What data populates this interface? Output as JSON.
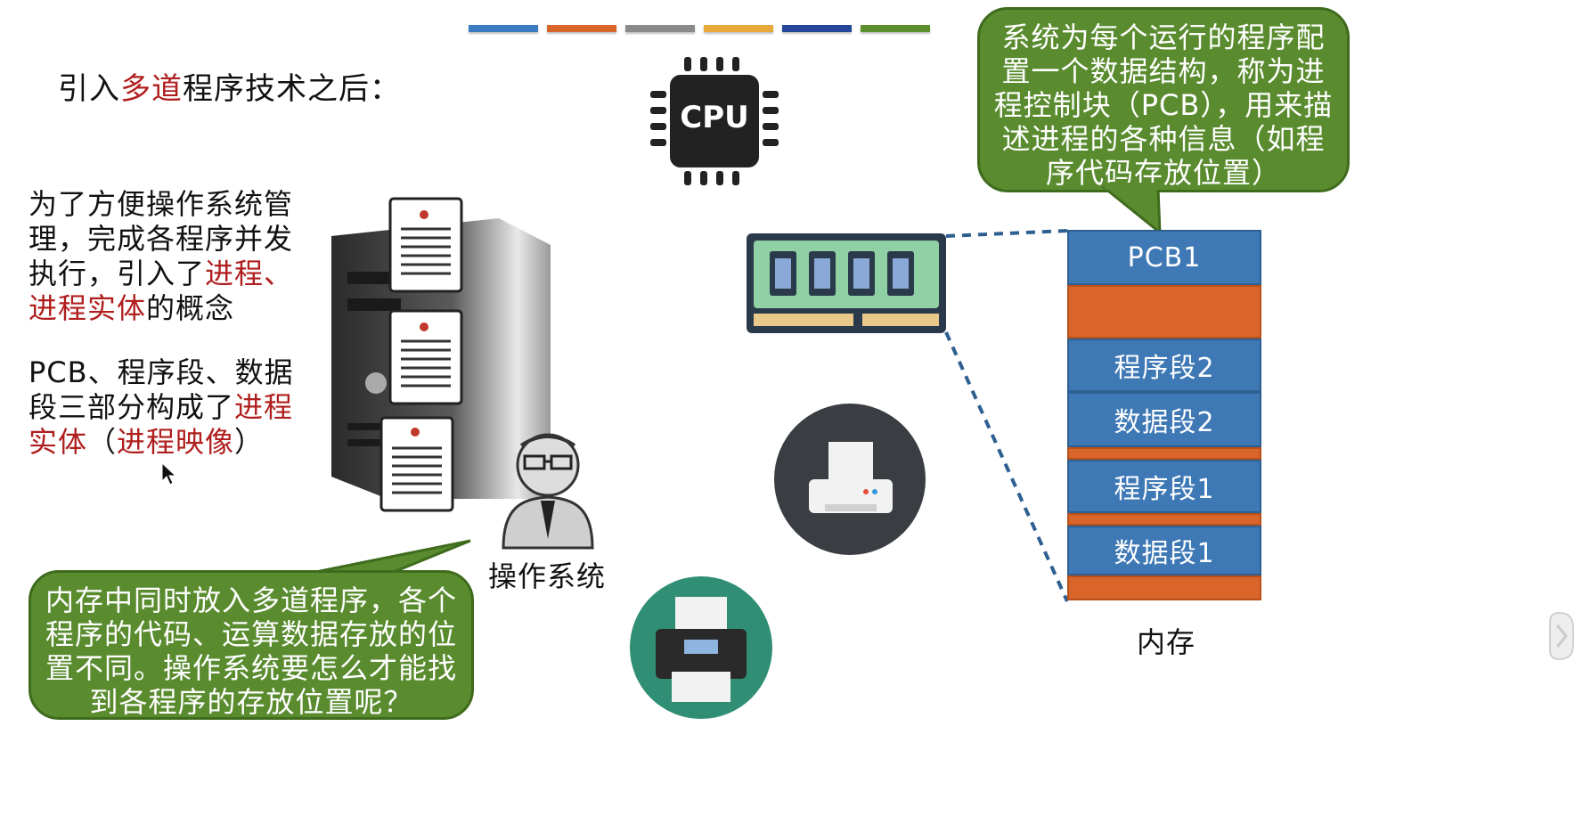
{
  "colors": {
    "strip": [
      "#3b7cc0",
      "#d9652a",
      "#8a8a8a",
      "#e8a93a",
      "#25479a",
      "#5b8f2b"
    ],
    "bubble": "#5a8c2f",
    "memory_blue": "#3e78b5",
    "memory_orange": "#d9652a",
    "highlight_red": "#b01e1e"
  },
  "heading": {
    "pre": "引入",
    "red": "多道",
    "post": "程序技术之后："
  },
  "intro": {
    "line1": "为了方便操作系统管",
    "line2": "理，完成各程序并发",
    "line3_pre": "执行，引入了",
    "line3_red": "进程、",
    "line4_red": "进程实体",
    "line4_post": "的概念"
  },
  "pcb_text": {
    "line1": "PCB、程序段、数据",
    "line2_pre": "段三部分构成了",
    "line2_red": "进程",
    "line3_red": "实体",
    "line3_mid": "（",
    "line3_red2": "进程映像",
    "line3_post": "）"
  },
  "bubble_top": {
    "line1": "系统为每个运行的程序配",
    "line2": "置一个数据结构，称为进",
    "line3": "程控制块（PCB），用来描",
    "line4": "述进程的各种信息（如程",
    "line5": "序代码存放位置）"
  },
  "bubble_bottom": {
    "line1": "内存中同时放入多道程序，各个",
    "line2": "程序的代码、运算数据存放的位",
    "line3": "置不同。操作系统要怎么才能找",
    "line4": "到各程序的存放位置呢？"
  },
  "cpu_label": "CPU",
  "os_label": "操作系统",
  "memory": {
    "caption": "内存",
    "blocks": [
      {
        "label": "PCB1",
        "color": "blue"
      },
      {
        "label": "",
        "color": "orange"
      },
      {
        "label": "程序段2",
        "color": "blue"
      },
      {
        "label": "数据段2",
        "color": "blue"
      },
      {
        "label": "",
        "color": "orange"
      },
      {
        "label": "程序段1",
        "color": "blue"
      },
      {
        "label": "",
        "color": "orange"
      },
      {
        "label": "数据段1",
        "color": "blue"
      },
      {
        "label": "",
        "color": "orange"
      }
    ]
  }
}
